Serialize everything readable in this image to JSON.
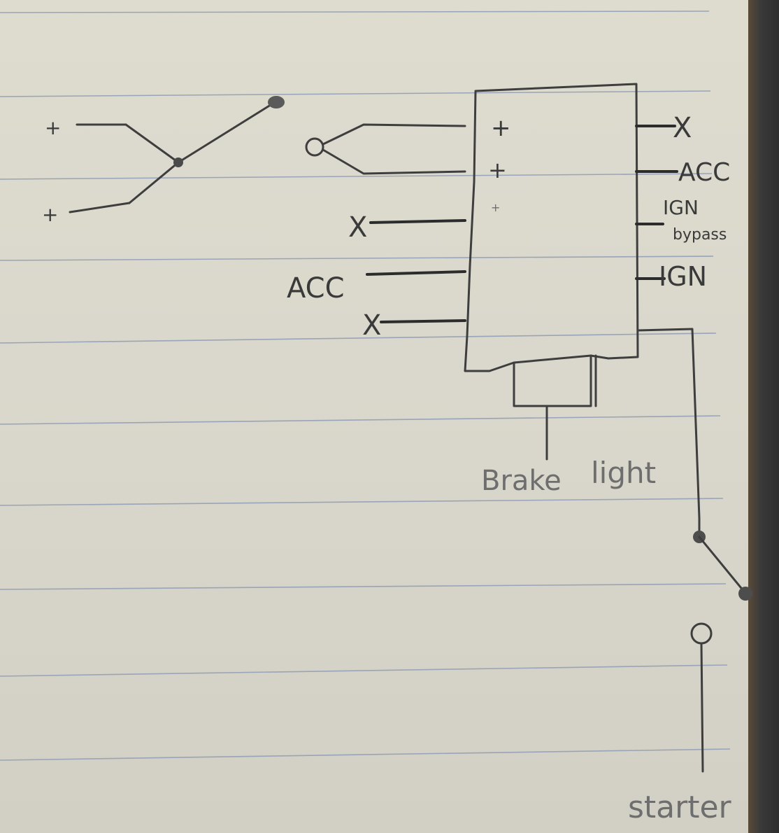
{
  "diagram": {
    "left_terminals": {
      "plus_top": "+",
      "plus_bottom": "+"
    },
    "box_left_terminals": {
      "plus_1": "+",
      "plus_2": "+",
      "plus_3": "+",
      "x_1": "X",
      "acc": "ACC",
      "x_2": "X"
    },
    "box_right_terminals": {
      "x": "X",
      "acc": "ACC",
      "ign_bypass_line1": "IGN",
      "ign_bypass_line2": "bypass",
      "ign": "IGN"
    },
    "bottom_labels": {
      "brake_light_1": "Brake",
      "brake_light_2": "light",
      "starter": "starter"
    }
  }
}
